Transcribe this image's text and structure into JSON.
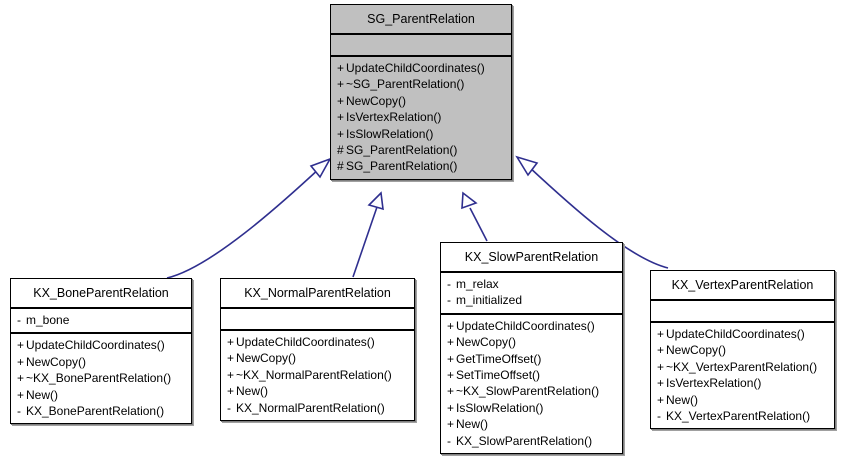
{
  "diagram": {
    "type": "uml-class-inheritance",
    "edge_color": "#2f2f8f",
    "root_fill": "#c0c0c0",
    "node_fill": "#ffffff",
    "border_color": "#000000"
  },
  "nodes": {
    "root": {
      "name": "SG_ParentRelation",
      "attributes": [],
      "methods": [
        {
          "vis": "+",
          "label": "UpdateChildCoordinates()"
        },
        {
          "vis": "+",
          "label": "~SG_ParentRelation()"
        },
        {
          "vis": "+",
          "label": "NewCopy()"
        },
        {
          "vis": "+",
          "label": "IsVertexRelation()"
        },
        {
          "vis": "+",
          "label": "IsSlowRelation()"
        },
        {
          "vis": "#",
          "label": "SG_ParentRelation()"
        },
        {
          "vis": "#",
          "label": "SG_ParentRelation()"
        }
      ]
    },
    "bone": {
      "name": "KX_BoneParentRelation",
      "attributes": [
        {
          "vis": "-",
          "label": "m_bone"
        }
      ],
      "methods": [
        {
          "vis": "+",
          "label": "UpdateChildCoordinates()"
        },
        {
          "vis": "+",
          "label": "NewCopy()"
        },
        {
          "vis": "+",
          "label": "~KX_BoneParentRelation()"
        },
        {
          "vis": "+",
          "label": "New()"
        },
        {
          "vis": "-",
          "label": "KX_BoneParentRelation()"
        }
      ]
    },
    "normal": {
      "name": "KX_NormalParentRelation",
      "attributes": [],
      "methods": [
        {
          "vis": "+",
          "label": "UpdateChildCoordinates()"
        },
        {
          "vis": "+",
          "label": "NewCopy()"
        },
        {
          "vis": "+",
          "label": "~KX_NormalParentRelation()"
        },
        {
          "vis": "+",
          "label": "New()"
        },
        {
          "vis": "-",
          "label": "KX_NormalParentRelation()"
        }
      ]
    },
    "slow": {
      "name": "KX_SlowParentRelation",
      "attributes": [
        {
          "vis": "-",
          "label": "m_relax"
        },
        {
          "vis": "-",
          "label": "m_initialized"
        }
      ],
      "methods": [
        {
          "vis": "+",
          "label": "UpdateChildCoordinates()"
        },
        {
          "vis": "+",
          "label": "NewCopy()"
        },
        {
          "vis": "+",
          "label": "GetTimeOffset()"
        },
        {
          "vis": "+",
          "label": "SetTimeOffset()"
        },
        {
          "vis": "+",
          "label": "~KX_SlowParentRelation()"
        },
        {
          "vis": "+",
          "label": "IsSlowRelation()"
        },
        {
          "vis": "+",
          "label": "New()"
        },
        {
          "vis": "-",
          "label": "KX_SlowParentRelation()"
        }
      ]
    },
    "vertex": {
      "name": "KX_VertexParentRelation",
      "attributes": [],
      "methods": [
        {
          "vis": "+",
          "label": "UpdateChildCoordinates()"
        },
        {
          "vis": "+",
          "label": "NewCopy()"
        },
        {
          "vis": "+",
          "label": "~KX_VertexParentRelation()"
        },
        {
          "vis": "+",
          "label": "IsVertexRelation()"
        },
        {
          "vis": "+",
          "label": "New()"
        },
        {
          "vis": "-",
          "label": "KX_VertexParentRelation()"
        }
      ]
    }
  },
  "edges": [
    {
      "from": "bone",
      "to": "root",
      "kind": "generalization"
    },
    {
      "from": "normal",
      "to": "root",
      "kind": "generalization"
    },
    {
      "from": "slow",
      "to": "root",
      "kind": "generalization"
    },
    {
      "from": "vertex",
      "to": "root",
      "kind": "generalization"
    }
  ]
}
